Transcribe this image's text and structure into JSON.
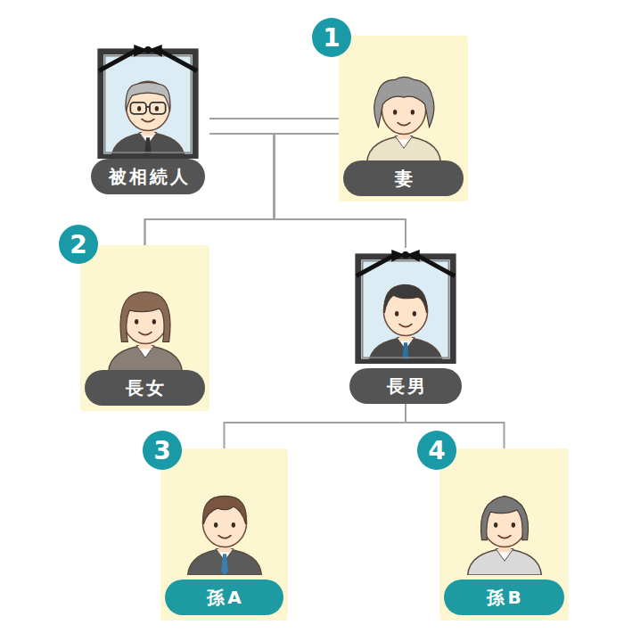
{
  "diagram": {
    "nodes": [
      {
        "text": [
          "被相続人"
        ]
      },
      {
        "text": [
          "妻"
        ]
      },
      {
        "text": [
          "長女"
        ]
      },
      {
        "text": [
          "長男"
        ]
      },
      {
        "text": [
          "孫A"
        ]
      },
      {
        "text": [
          "孫B"
        ]
      }
    ],
    "edges": [
      {
        "from": 0,
        "to": 1,
        "arrow": "none"
      },
      {
        "from": 0,
        "to": 2,
        "arrow": "none"
      },
      {
        "from": 1,
        "to": 2,
        "arrow": "none"
      },
      {
        "from": 0,
        "to": 3,
        "arrow": "none"
      },
      {
        "from": 1,
        "to": 3,
        "arrow": "none"
      },
      {
        "from": 3,
        "to": 4,
        "arrow": "none"
      },
      {
        "from": 3,
        "to": 5,
        "arrow": "none"
      }
    ],
    "labels": [
      "1",
      "2",
      "3",
      "4"
    ]
  }
}
